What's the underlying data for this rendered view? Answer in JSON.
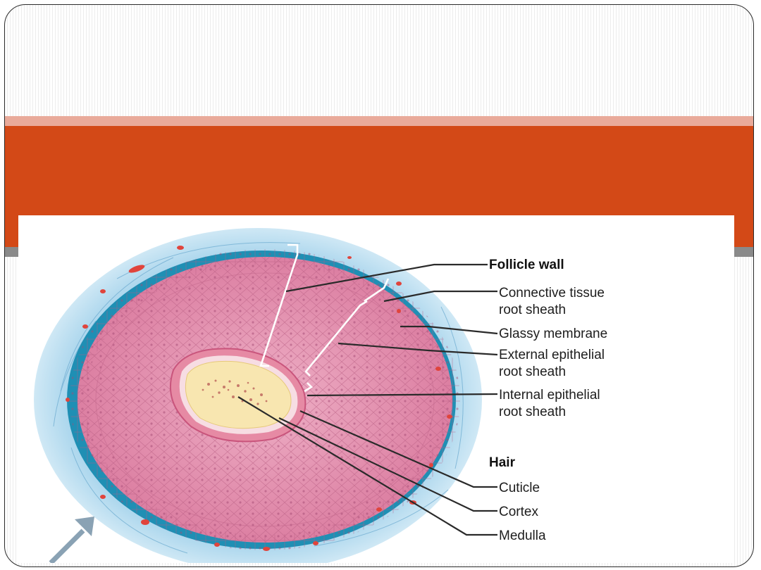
{
  "diagram": {
    "headers": {
      "follicle_wall": "Follicle wall",
      "hair": "Hair"
    },
    "labels": {
      "connective_1": "Connective tissue",
      "connective_2": "root sheath",
      "glassy": "Glassy membrane",
      "external_1": "External epithelial",
      "external_2": "root sheath",
      "internal_1": "Internal epithelial",
      "internal_2": "root sheath",
      "cuticle": "Cuticle",
      "cortex": "Cortex",
      "medulla": "Medulla"
    },
    "colors": {
      "title_band": "#d34917",
      "connective_tissue": "#6fb4d8",
      "glassy_membrane": "#1a8fb0",
      "epithelial_cells": "#d9809e",
      "hair_shaft": "#f8e6b0",
      "arrow": "#8aa2b4"
    }
  }
}
